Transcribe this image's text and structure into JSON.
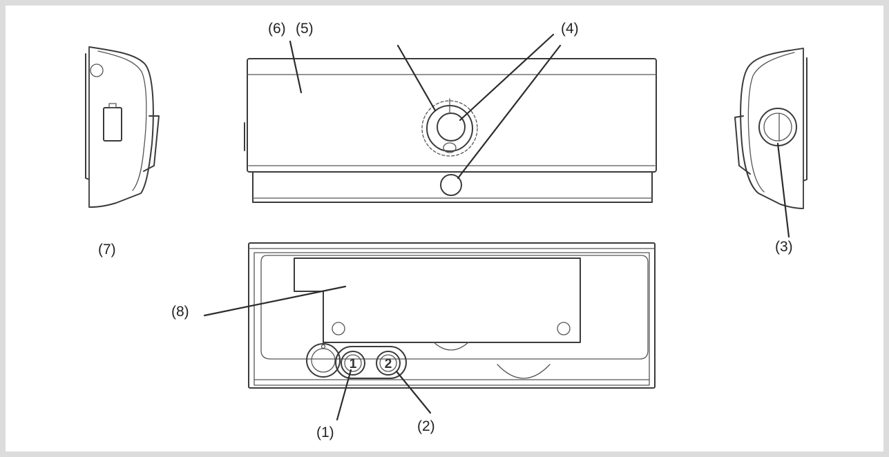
{
  "callouts": {
    "c1": "(1)",
    "c2": "(2)",
    "c3": "(3)",
    "c4": "(4)",
    "c5": "(5)",
    "c6": "(6)",
    "c7": "(7)",
    "c8": "(8)"
  },
  "connectors": {
    "one": "1",
    "two": "2"
  },
  "colors": {
    "frame_border": "#dcdcdc",
    "background": "#ffffff",
    "line": "#3a3a3a"
  }
}
